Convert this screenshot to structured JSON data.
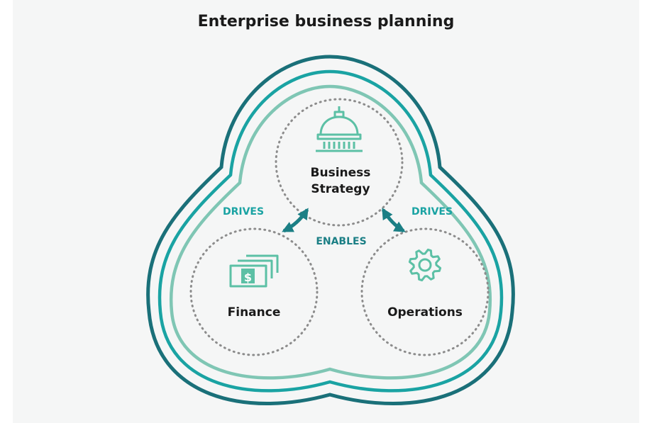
{
  "title": "Enterprise business planning",
  "nodes": {
    "strategy": {
      "line1": "Business",
      "line2": "Strategy",
      "icon": "capitol-dome-icon"
    },
    "finance": {
      "label": "Finance",
      "icon": "money-bills-icon"
    },
    "operations": {
      "label": "Operations",
      "icon": "gear-icon"
    }
  },
  "relations": {
    "drives_left": "DRIVES",
    "drives_right": "DRIVES",
    "enables": "ENABLES"
  },
  "colors": {
    "outer_ring": "#1a7079",
    "middle_ring": "#1aa3a3",
    "inner_ring": "#7fc6b4",
    "icon": "#5cc0a5",
    "arrow": "#1b7f85",
    "relation_text": "#1aa3a3",
    "enables_text": "#1b7f85",
    "dots": "#8c8c8c"
  }
}
